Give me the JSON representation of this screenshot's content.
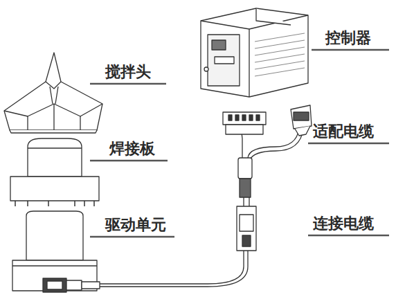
{
  "diagram": {
    "labels": [
      "搅拌头",
      "焊接板",
      "驱动单元",
      "控制器",
      "适配电缆",
      "连接电缆"
    ]
  }
}
